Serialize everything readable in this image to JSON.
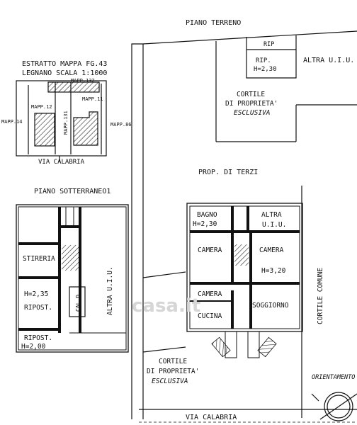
{
  "title": "PIANO TERRENO",
  "extract": {
    "line1": "ESTRATTO MAPPA FG.43",
    "line2": "LEGNANO SCALA 1:1000"
  },
  "map_labels": {
    "mapp132": "MAPP.132",
    "mapp12": "MAPP.12",
    "mapp11": "MAPP.11",
    "mapp14": "MAPP.14",
    "mapp131": "MAPP.131",
    "mapp86": "MAPP.86"
  },
  "via_small": "VIA CALABRIA",
  "basement": {
    "title": "PIANO SOTTERRANEO1",
    "stireria": "STIRERIA",
    "h235": "H=2,35",
    "ripost": "RIPOST.",
    "cald": "CAL.D.",
    "ripost2": "RIPOST.",
    "h200": "H=2,00",
    "altra_uiu": "ALTRA U.I.U."
  },
  "ground": {
    "rip": "RIP",
    "rip2": "RIP.",
    "h230a": "H=2,30",
    "altra_uiu_top": "ALTRA U.I.U.",
    "cortile1": "CORTILE",
    "cortile1b": "DI PROPRIETA'",
    "cortile1c": "ESCLUSIVA",
    "prop_terzi": "PROP. DI TERZI",
    "bagno": "BAGNO",
    "h230b": "H=2,30",
    "altra": "ALTRA",
    "uiu": "U.I.U.",
    "camera1": "CAMERA",
    "camera2": "CAMERA",
    "h320": "H=3,20",
    "camera3": "CAMERA",
    "cucina": "CUCINA",
    "soggiorno": "SOGGIORNO",
    "cortile_comune": "CORTILE COMUNE",
    "cortile2": "CORTILE",
    "cortile2b": "DI PROPRIETA'",
    "cortile2c": "ESCLUSIVA",
    "orientamento": "ORIENTAMENTO",
    "via": "VIA CALABRIA"
  },
  "watermark": "casa.it"
}
